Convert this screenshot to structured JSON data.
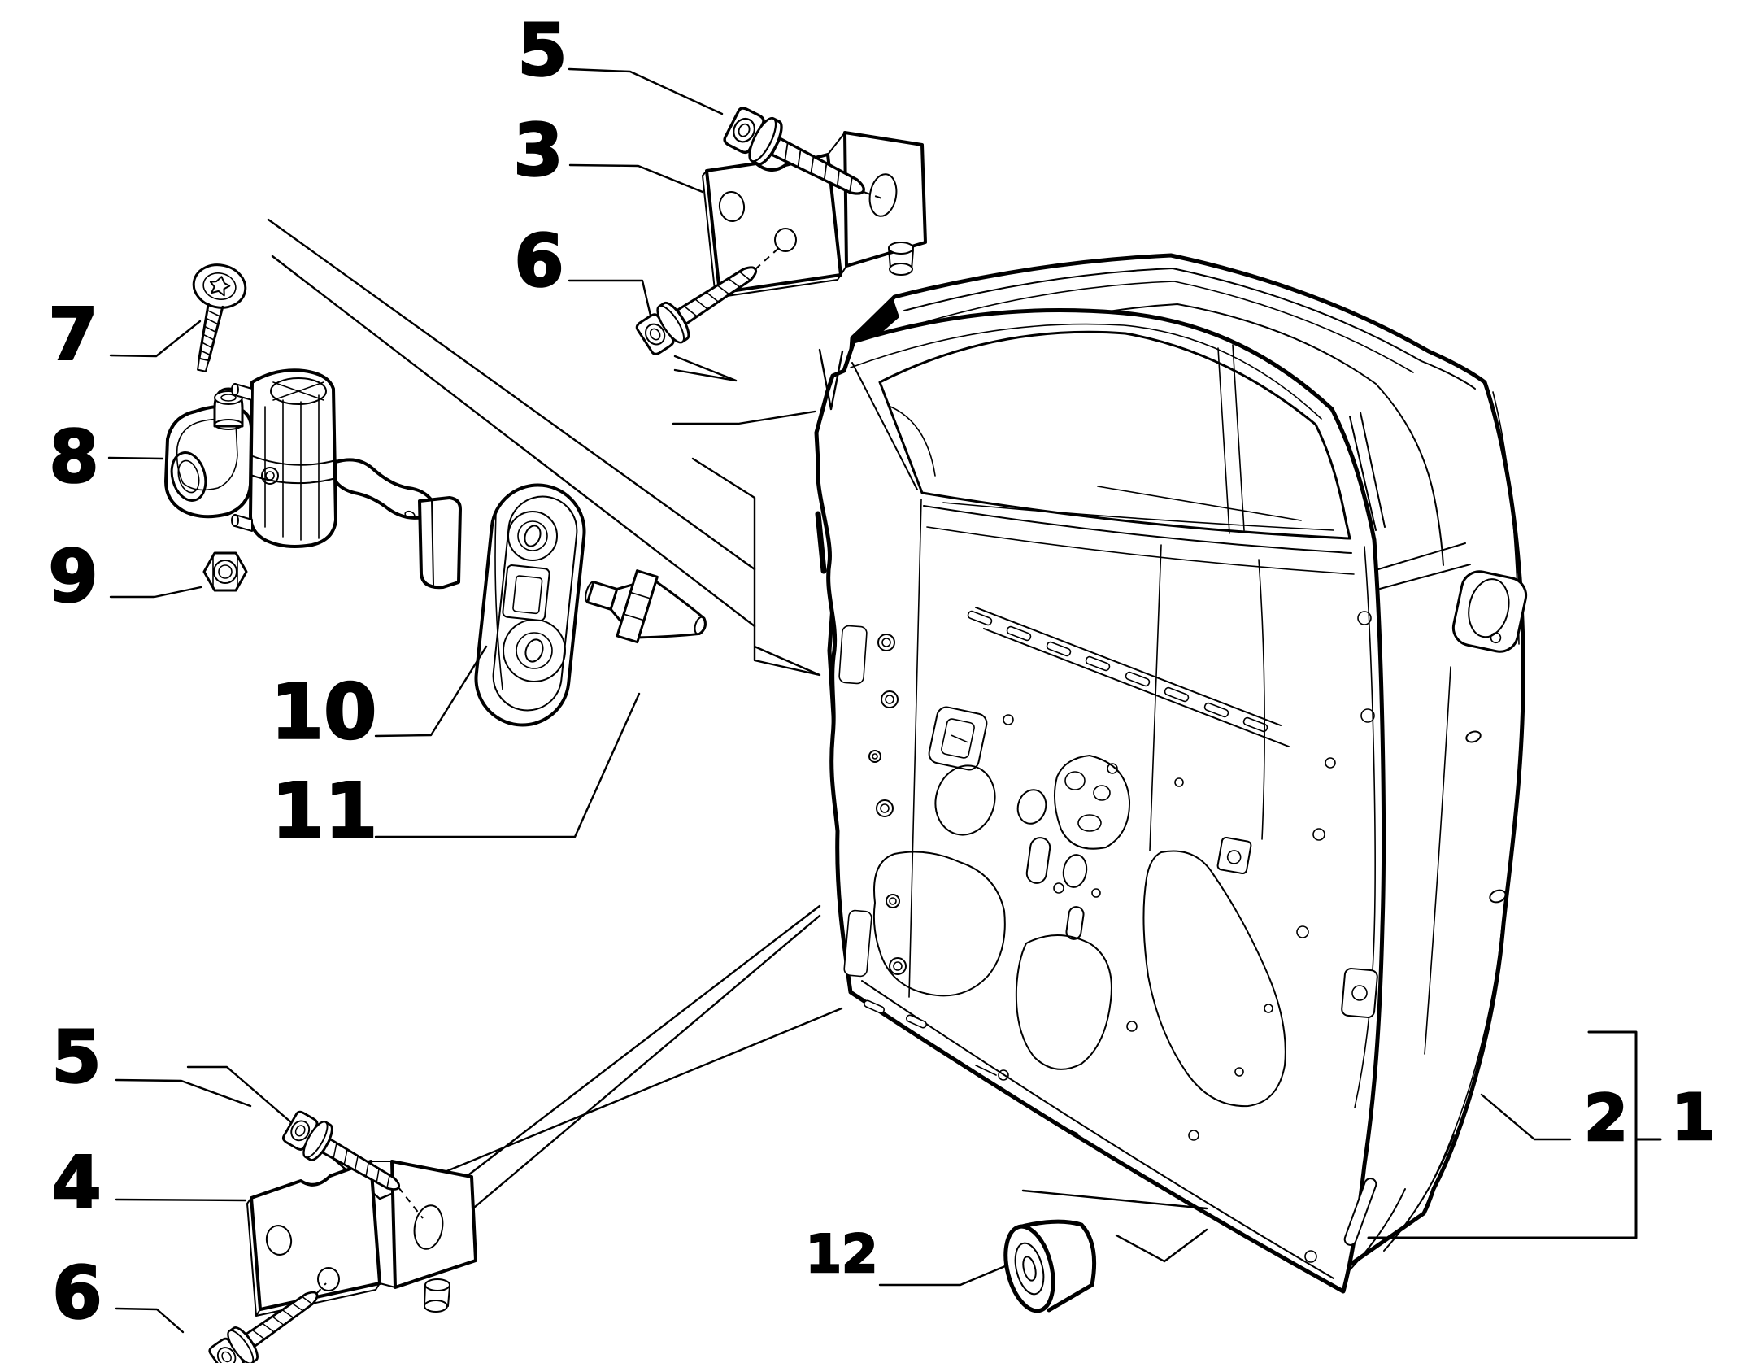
{
  "page": {
    "background_color": "#ffffff",
    "kind": "exploded parts diagram",
    "subject": "front door panel, hinges, door check strap and buffer"
  },
  "diagram": {
    "line_color": "#000000",
    "background_color": "#ffffff",
    "callouts": {
      "c1": {
        "label": "1"
      },
      "c2": {
        "label": "2"
      },
      "c3": {
        "label": "3"
      },
      "c4": {
        "label": "4"
      },
      "c5_top": {
        "label": "5"
      },
      "c5_bottom": {
        "label": "5"
      },
      "c6_top": {
        "label": "6"
      },
      "c6_bottom": {
        "label": "6"
      },
      "c7": {
        "label": "7"
      },
      "c8": {
        "label": "8"
      },
      "c9": {
        "label": "9"
      },
      "c10": {
        "label": "10"
      },
      "c11": {
        "label": "11"
      },
      "c12": {
        "label": "12"
      }
    }
  }
}
